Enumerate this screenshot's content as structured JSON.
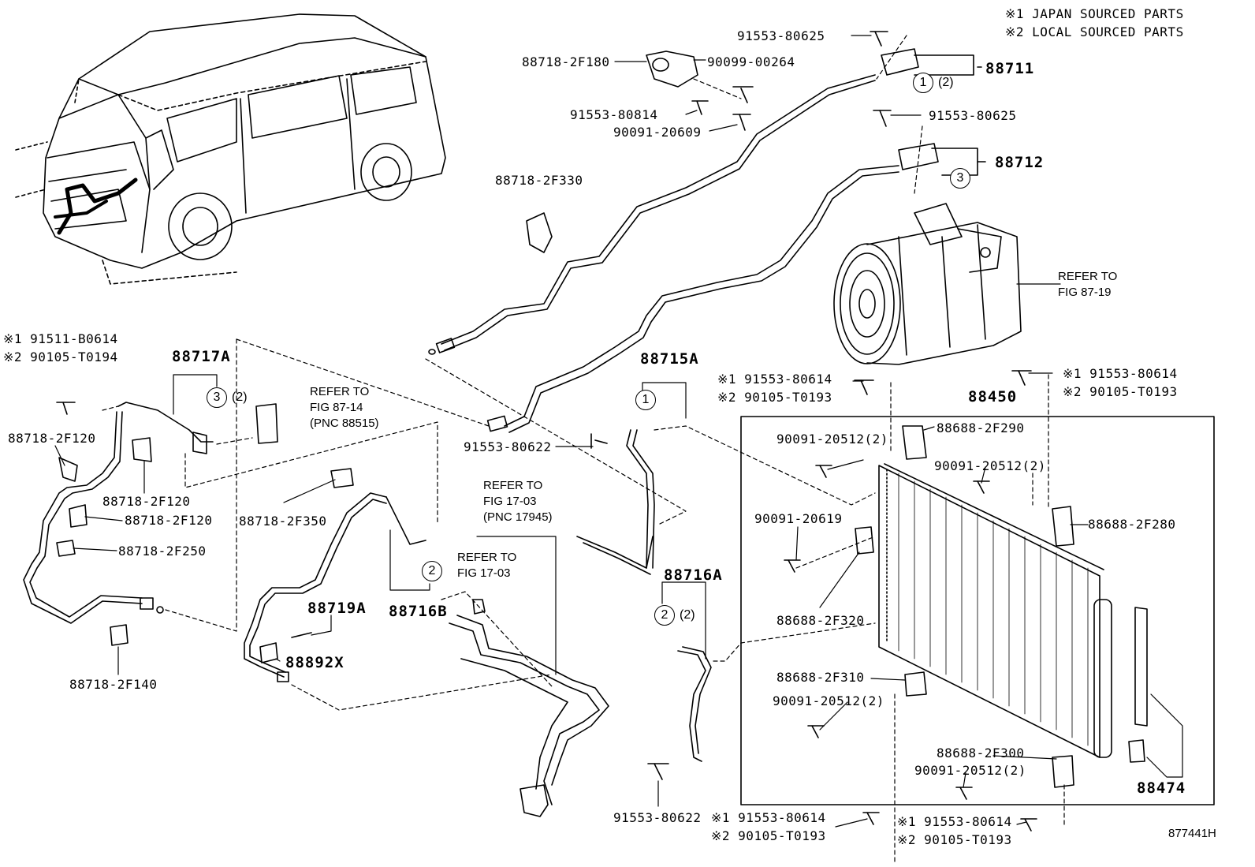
{
  "legend": {
    "japan": "※1 JAPAN SOURCED PARTS",
    "local": "※2 LOCAL SOURCED PARTS"
  },
  "labels": {
    "p_91553_80625_a": "91553-80625",
    "p_88718_2F180": "88718-2F180",
    "p_90099_00264": "90099-00264",
    "p_91553_80814": "91553-80814",
    "p_90091_20609": "90091-20609",
    "p_88711": "88711",
    "p_91553_80625_b": "91553-80625",
    "p_88712": "88712",
    "p_88718_2F330": "88718-2F330",
    "ref_87_19_a": "REFER TO",
    "ref_87_19_b": "FIG 87-19",
    "p_88715A": "88715A",
    "p_88450": "88450",
    "s1_91553_80614_a": "※1 91553-80614",
    "s2_90105_T0193_a": "※2 90105-T0193",
    "s1_91553_80614_b": "※1 91553-80614",
    "s2_90105_T0193_b": "※2 90105-T0193",
    "s1_91511_B0614": "※1 91511-B0614",
    "s2_90105_T0194": "※2 90105-T0194",
    "p_88717A": "88717A",
    "ref_87_14_a": "REFER TO",
    "ref_87_14_b": "FIG 87-14",
    "ref_87_14_c": "(PNC 88515)",
    "p_88718_2F120_a": "88718-2F120",
    "p_88718_2F120_b": "88718-2F120",
    "p_88718_2F120_c": "88718-2F120",
    "p_88718_2F250": "88718-2F250",
    "p_88718_2F140": "88718-2F140",
    "p_88718_2F350": "88718-2F350",
    "ref_17_03a_a": "REFER TO",
    "ref_17_03a_b": "FIG 17-03",
    "ref_17_03a_c": "(PNC 17945)",
    "ref_17_03b_a": "REFER TO",
    "ref_17_03b_b": "FIG 17-03",
    "p_88719A": "88719A",
    "p_88716B": "88716B",
    "p_88892X": "88892X",
    "p_91553_80622_a": "91553-80622",
    "p_88716A": "88716A",
    "p_90091_20512_a": "90091-20512",
    "p_88688_2F290": "88688-2F290",
    "p_90091_20512_b": "90091-20512",
    "p_90091_20619": "90091-20619",
    "p_88688_2F280": "88688-2F280",
    "p_88688_2F320": "88688-2F320",
    "p_88688_2F310": "88688-2F310",
    "p_90091_20512_c": "90091-20512",
    "p_88688_2F300": "88688-2F300",
    "p_90091_20512_d": "90091-20512",
    "p_88474": "88474",
    "p_91553_80622_b": "91553-80622",
    "s1_91553_80614_c": "※1 91553-80614",
    "s2_90105_T0193_c": "※2 90105-T0193",
    "s1_91553_80614_d": "※1 91553-80614",
    "s2_90105_T0193_d": "※2 90105-T0193",
    "fig_no": "877441H"
  },
  "callouts": {
    "c1": "1",
    "c2": "2",
    "c3": "3"
  },
  "qty": {
    "two": "(2)"
  }
}
